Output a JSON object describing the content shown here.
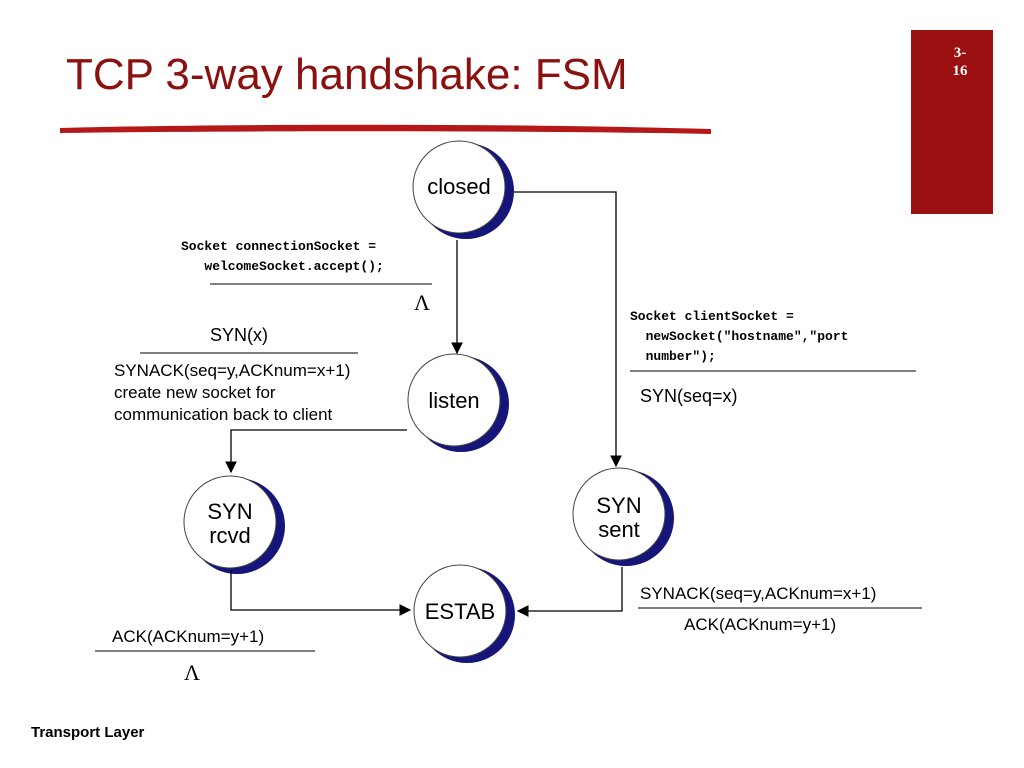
{
  "slide": {
    "title": "TCP 3-way handshake: FSM",
    "page_number": "3-\n16",
    "footer": "Transport Layer"
  },
  "states": {
    "closed": "closed",
    "listen": "listen",
    "syn_rcvd": "SYN\nrcvd",
    "syn_sent": "SYN\nsent",
    "estab": "ESTAB"
  },
  "transitions": {
    "closed_to_listen": {
      "event": "Socket connectionSocket =\n   welcomeSocket.accept();",
      "action": "Λ"
    },
    "listen_to_synrcvd": {
      "event": "SYN(x)",
      "action": "SYNACK(seq=y,ACKnum=x+1)\ncreate new socket for\ncommunication back to client"
    },
    "closed_to_synsent": {
      "event": "Socket clientSocket =\n  newSocket(\"hostname\",\"port\n  number\");",
      "action": "SYN(seq=x)"
    },
    "synrcvd_to_estab": {
      "event": "ACK(ACKnum=y+1)",
      "action": "Λ"
    },
    "synsent_to_estab": {
      "event": "SYNACK(seq=y,ACKnum=x+1)",
      "action": "ACK(ACKnum=y+1)"
    }
  },
  "colors": {
    "title": "#8b1010",
    "badge": "#9a0f0f",
    "state_shadow": "#15157a",
    "underline": "#b41818"
  }
}
